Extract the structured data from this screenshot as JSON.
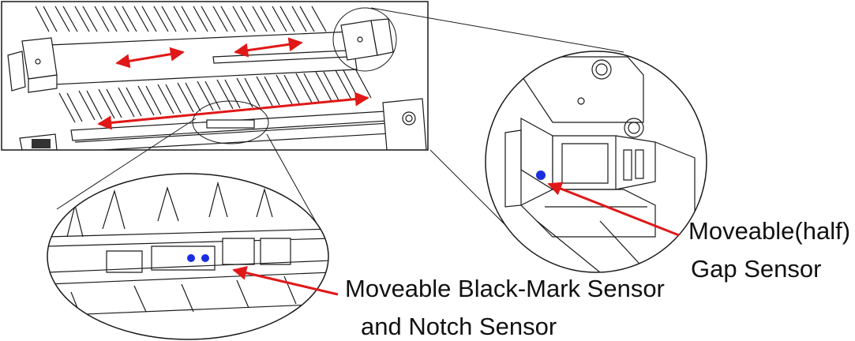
{
  "labels": {
    "gap_sensor_line1": "Moveable(half)",
    "gap_sensor_line2": "Gap Sensor",
    "blackmark_line1": "Moveable Black-Mark Sensor",
    "blackmark_line2": "and Notch Sensor"
  },
  "colors": {
    "arrow": "#e01818",
    "sensor_dot": "#1a2ee0",
    "line": "#1a1a1a"
  }
}
